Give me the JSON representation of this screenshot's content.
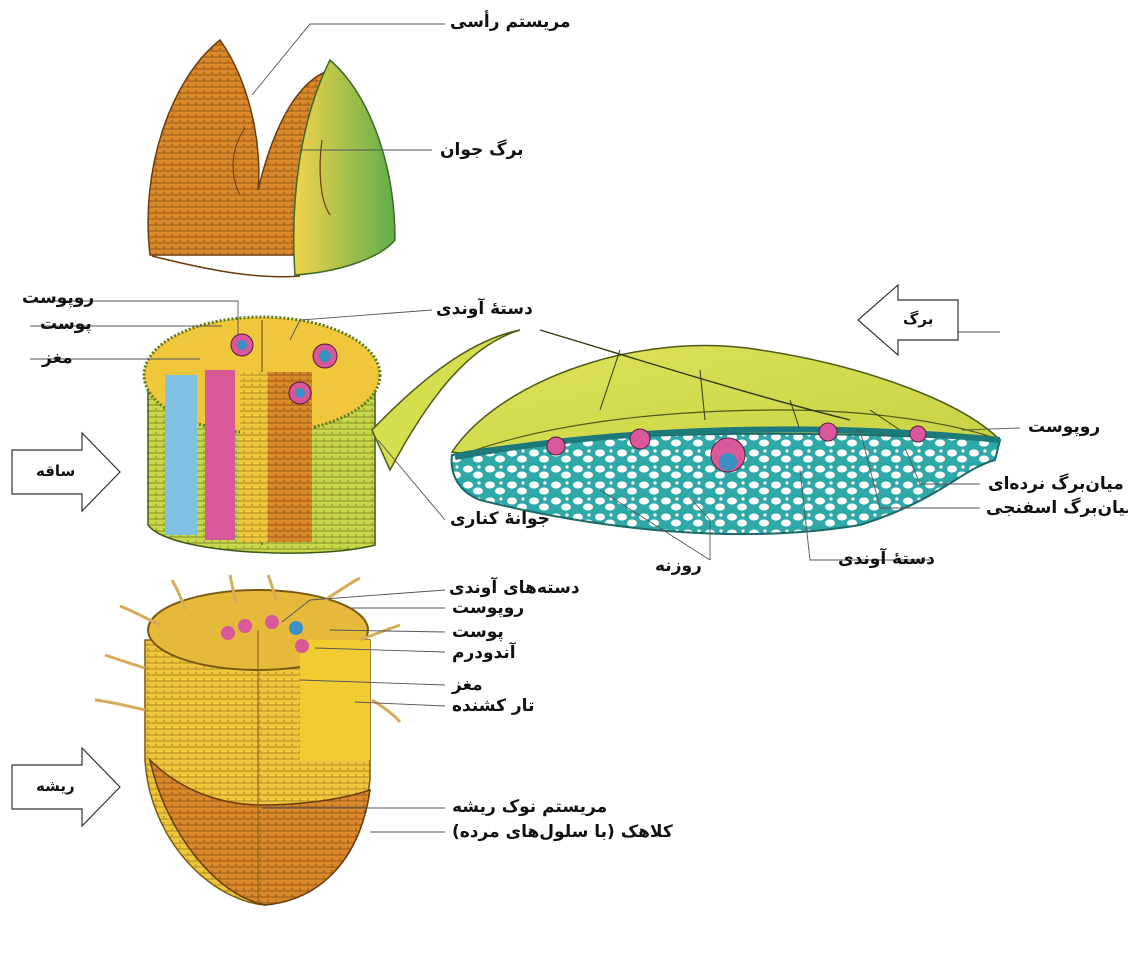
{
  "labels": {
    "apical_meristem": "مریستم رأسی",
    "young_leaf": "برگ جوان",
    "stem_epidermis": "روپوست",
    "stem_cortex": "پوست",
    "stem_pith": "مغز",
    "stem_vascular_bundle": "دستهٔ آوندی",
    "lateral_bud": "جوانهٔ کناری",
    "root_vascular_bundles": "دسته‌های آوندی",
    "root_epidermis": "روپوست",
    "root_cortex": "پوست",
    "endodermis": "آندودرم",
    "root_pith": "مغز",
    "root_hair": "تار کشنده",
    "root_tip_meristem": "مریستم نوک ریشه",
    "root_cap": "کلاهک (با سلول‌های مرده)",
    "leaf_epidermis": "روپوست",
    "palisade_mesophyll": "میان‌برگ نرده‌ای",
    "spongy_mesophyll": "میان‌برگ اسفنجی",
    "leaf_vascular_bundle": "دستهٔ آوندی",
    "stomata": "روزنه"
  },
  "arrows": {
    "leaf": "برگ",
    "stem": "ساقه",
    "root": "ریشه"
  }
}
